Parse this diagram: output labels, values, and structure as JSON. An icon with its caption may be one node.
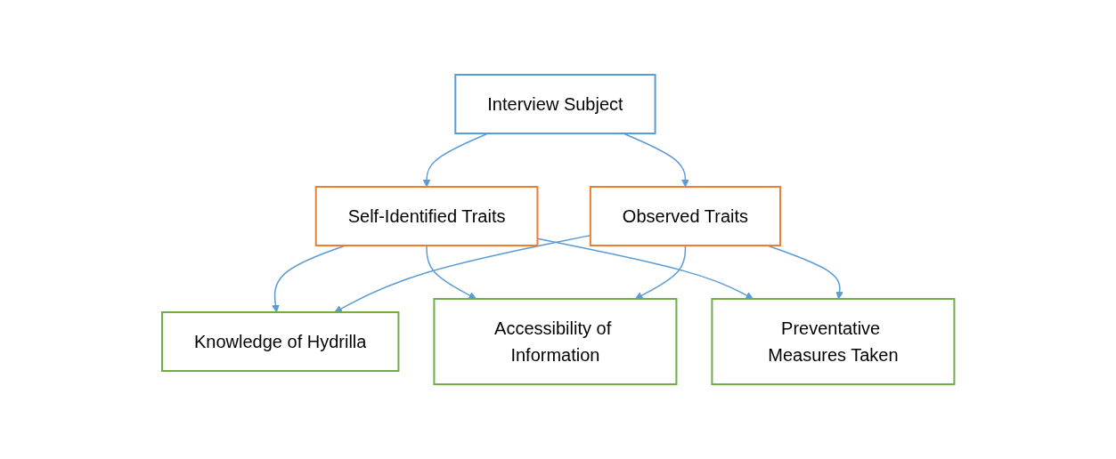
{
  "diagram": {
    "nodes": [
      {
        "text": [
          "Interview Subject"
        ]
      },
      {
        "text": [
          "Self-Identified Traits"
        ]
      },
      {
        "text": [
          "Observed Traits"
        ]
      },
      {
        "text": [
          "Knowledge of Hydrilla"
        ]
      },
      {
        "text": [
          "Accessibility of Information"
        ]
      },
      {
        "text": [
          "Preventative Measures Taken"
        ]
      }
    ],
    "edges": [
      {
        "from": 0,
        "to": 1,
        "arrow": "to"
      },
      {
        "from": 0,
        "to": 2,
        "arrow": "to"
      },
      {
        "from": 1,
        "to": 3,
        "arrow": "to"
      },
      {
        "from": 1,
        "to": 4,
        "arrow": "to"
      },
      {
        "from": 1,
        "to": 5,
        "arrow": "to"
      },
      {
        "from": 2,
        "to": 3,
        "arrow": "to"
      },
      {
        "from": 2,
        "to": 4,
        "arrow": "to"
      },
      {
        "from": 2,
        "to": 5,
        "arrow": "to"
      }
    ]
  }
}
